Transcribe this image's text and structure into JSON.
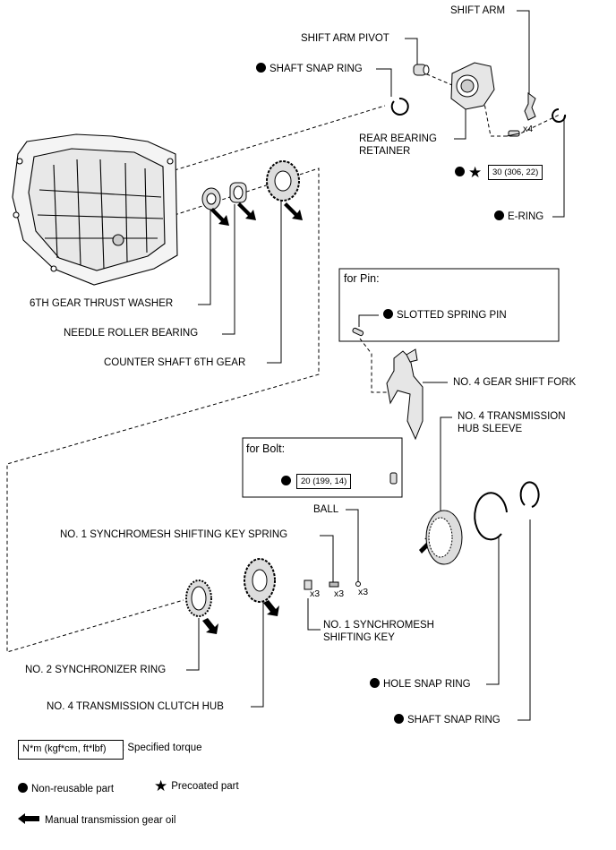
{
  "labels": {
    "shift_arm": "SHIFT ARM",
    "shift_arm_pivot": "SHIFT ARM PIVOT",
    "shaft_snap_ring_top": "SHAFT SNAP RING",
    "rear_bearing_retainer": "REAR BEARING RETAINER",
    "e_ring": "E-RING",
    "thrust_washer": "6TH GEAR THRUST WASHER",
    "needle_roller_bearing": "NEEDLE ROLLER BEARING",
    "counter_shaft_gear": "COUNTER SHAFT 6TH GEAR",
    "slotted_spring_pin": "SLOTTED SPRING PIN",
    "shift_fork": "NO. 4 GEAR SHIFT FORK",
    "hub_sleeve": "NO. 4 TRANSMISSION HUB SLEEVE",
    "ball": "BALL",
    "key_spring": "NO. 1 SYNCHROMESH SHIFTING KEY SPRING",
    "shifting_key": "NO. 1 SYNCHROMESH SHIFTING KEY",
    "synchronizer_ring": "NO. 2 SYNCHRONIZER RING",
    "clutch_hub": "NO. 4 TRANSMISSION CLUTCH HUB",
    "hole_snap_ring": "HOLE SNAP RING",
    "shaft_snap_ring_bottom": "SHAFT SNAP RING"
  },
  "boxes": {
    "for_pin": "for Pin:",
    "for_bolt": "for Bolt:"
  },
  "torques": {
    "retainer_bolt": "30 (306, 22)",
    "fork_bolt": "20 (199, 14)"
  },
  "quantities": {
    "retainer_bolts": "x4",
    "shifting_keys": "x3",
    "key_springs": "x3",
    "balls": "x3"
  },
  "legend": {
    "torque_units": "N*m (kgf*cm, ft*lbf)",
    "torque_desc": ": Specified torque",
    "non_reusable": "Non-reusable part",
    "precoated": "Precoated part",
    "gear_oil": "Manual transmission gear oil"
  },
  "colors": {
    "ink": "#000000",
    "part_fill": "#e6e6e6",
    "background": "#ffffff"
  },
  "icons": {
    "non_reusable": "filled-circle-icon",
    "precoated": "star-icon",
    "gear_oil": "arrow-left-icon"
  }
}
